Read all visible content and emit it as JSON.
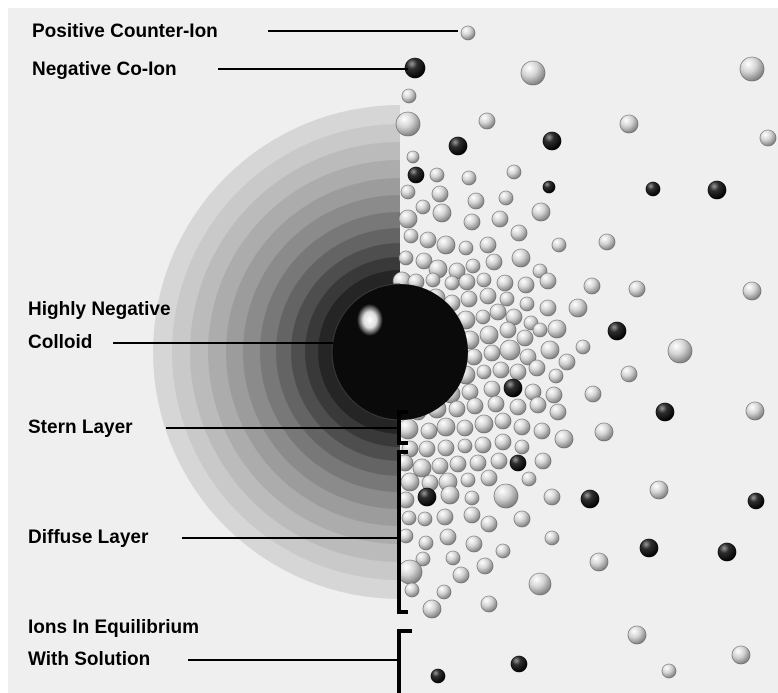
{
  "labels": {
    "positive_counter_ion": "Positive Counter-Ion",
    "negative_co_ion": "Negative Co-Ion",
    "colloid_line1": "Highly Negative",
    "colloid_line2": "Colloid",
    "stern_layer": "Stern Layer",
    "diffuse_layer": "Diffuse Layer",
    "equilibrium_line1": "Ions In Equilibrium",
    "equilibrium_line2": "With Solution"
  },
  "colors": {
    "panel_background": "#efefef",
    "colloid": "#0a0a0a",
    "positive_ion": "#c8c8c8",
    "negative_ion": "#1e1e1e",
    "leader_line": "#000000"
  }
}
